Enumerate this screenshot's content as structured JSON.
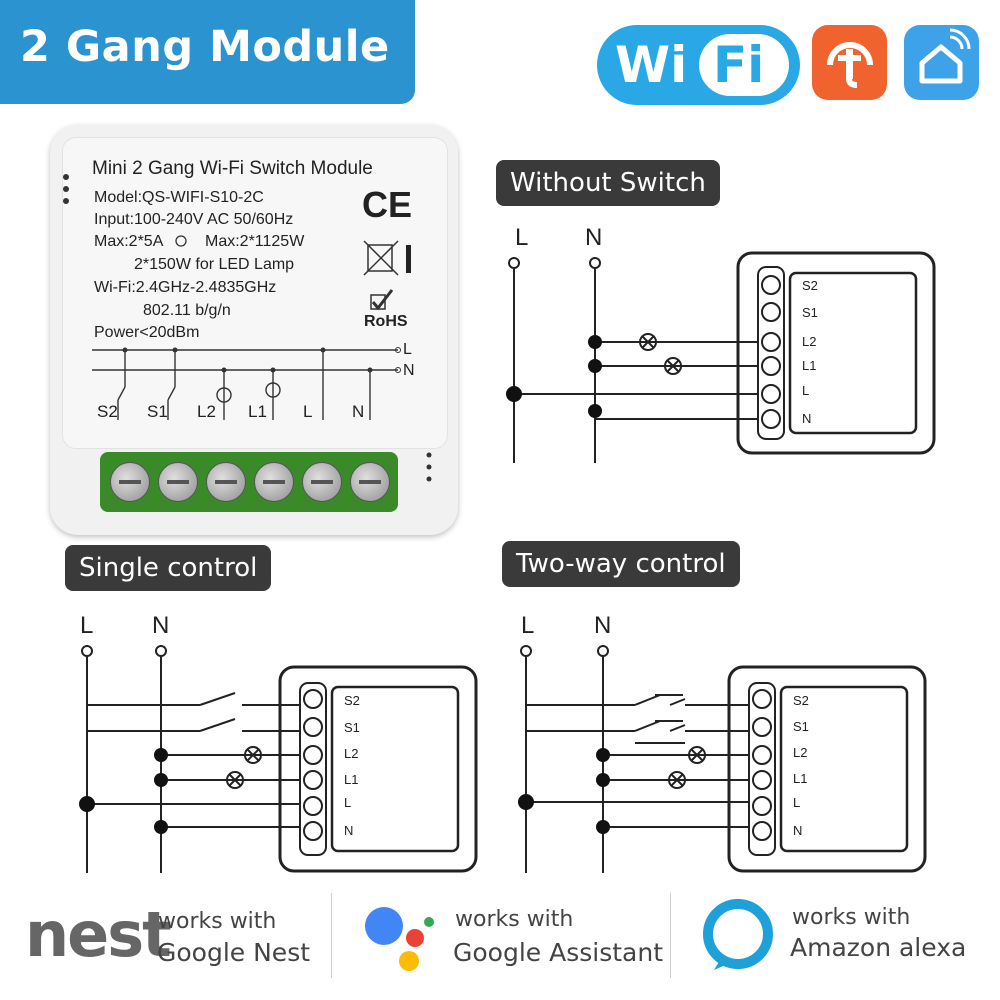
{
  "banner": {
    "title": "2 Gang Module"
  },
  "badges": {
    "wifi_w": "Wi",
    "wifi_fi": "Fi",
    "tuya_letter": "t"
  },
  "module": {
    "title": "Mini 2 Gang Wi-Fi Switch Module",
    "model": "Model:QS-WIFI-S10-2C",
    "input": "Input:100-240V AC  50/60Hz",
    "max1": "Max:2*5A",
    "max2": "Max:2*1125W",
    "led": "2*150W for LED Lamp",
    "wifi": "Wi-Fi:2.4GHz-2.4835GHz",
    "std": "802.11 b/g/n",
    "power": "Power<20dBm",
    "ce": "CE",
    "rohs": "RoHS",
    "line_L": "L",
    "line_N": "N",
    "terminals": [
      "S2",
      "S1",
      "L2",
      "L1",
      "L",
      "N"
    ]
  },
  "sections": {
    "without_switch": "Without Switch",
    "single_control": "Single control",
    "two_way_control": "Two-way control"
  },
  "diagram": {
    "L": "L",
    "N": "N",
    "terminal_labels": [
      "S2",
      "S1",
      "L2",
      "L1",
      "L",
      "N"
    ]
  },
  "footer": {
    "nest_logo": "nest",
    "nest_line1": "works with",
    "nest_line2": "Google Nest",
    "ga_line1": "works with",
    "ga_line2": "Google Assistant",
    "alexa_line1": "works with",
    "alexa_line2": "Amazon alexa"
  },
  "colors": {
    "banner": "#2b93cf",
    "wifi": "#2aa8e5",
    "tuya": "#f0622e",
    "smart_home": "#3ea2e8",
    "terminal_block": "#3b8a2a",
    "pill": "#3a3a3a",
    "alexa": "#1ea0d8"
  }
}
